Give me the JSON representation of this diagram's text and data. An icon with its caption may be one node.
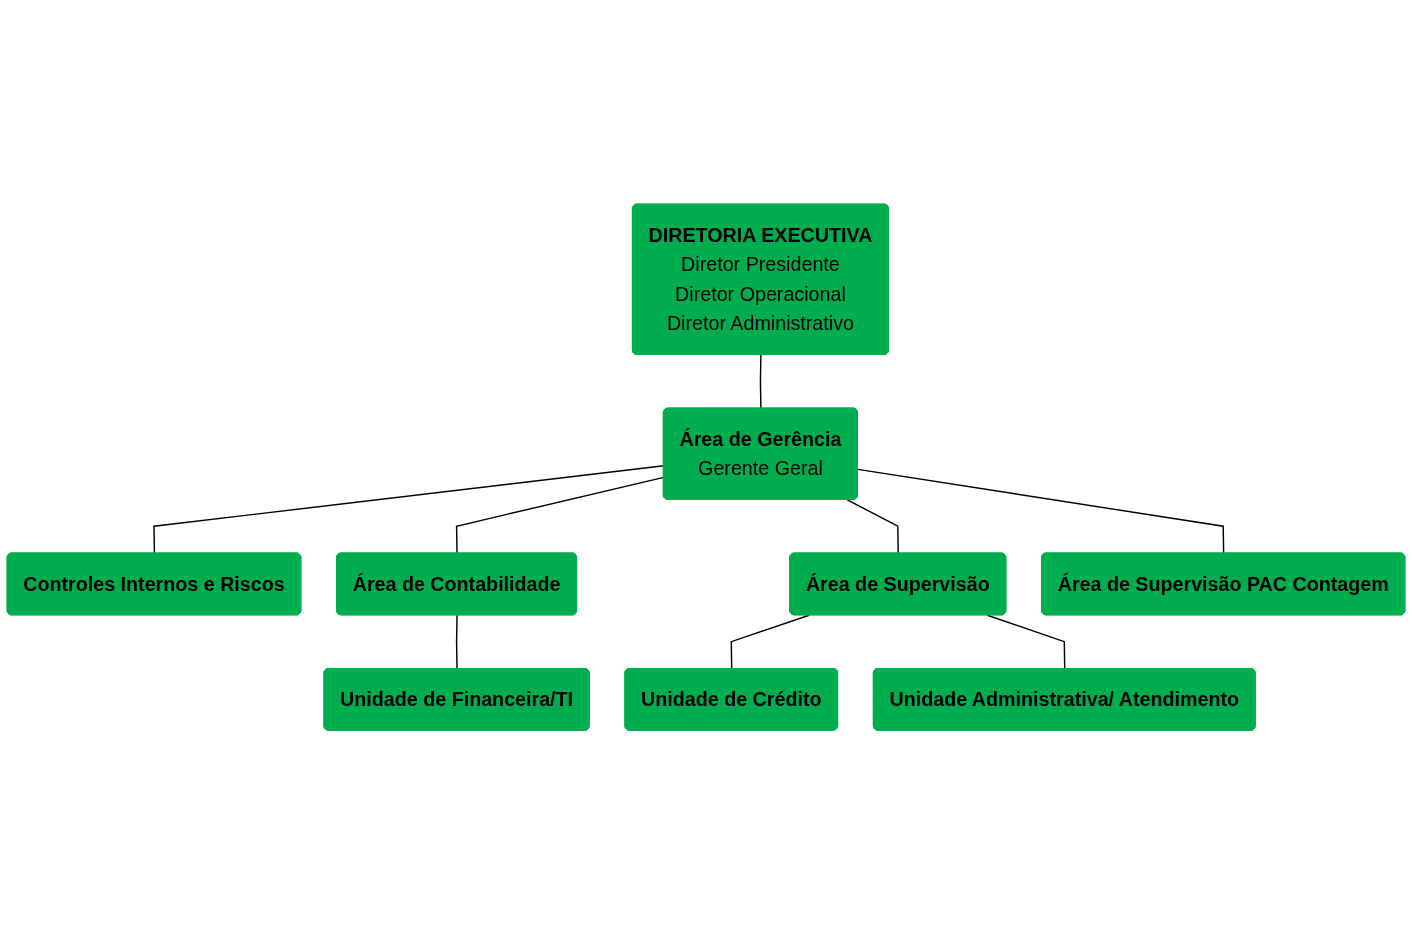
{
  "diagram": {
    "nodes": [
      {
        "text": [
          "DIRETORIA EXECUTIVA",
          "Diretor Presidente",
          "Diretor Operacional",
          "Diretor Administrativo"
        ]
      },
      {
        "text": [
          "Área de Gerência",
          "Gerente Geral"
        ]
      },
      {
        "text": [
          "Controles Internos e Riscos"
        ]
      },
      {
        "text": [
          "Área de Contabilidade"
        ]
      },
      {
        "text": [
          "Área de Supervisão"
        ]
      },
      {
        "text": [
          "Área de Supervisão PAC Contagem"
        ]
      },
      {
        "text": [
          "Unidade de Financeira/TI"
        ]
      },
      {
        "text": [
          "Unidade de Crédito"
        ]
      },
      {
        "text": [
          "Unidade Administrativa/ Atendimento"
        ]
      }
    ],
    "edges": [
      {
        "from": 0,
        "to": 1,
        "arrow": "none"
      },
      {
        "from": 1,
        "to": 2,
        "arrow": "none"
      },
      {
        "from": 1,
        "to": 3,
        "arrow": "none"
      },
      {
        "from": 1,
        "to": 4,
        "arrow": "none"
      },
      {
        "from": 1,
        "to": 5,
        "arrow": "none"
      },
      {
        "from": 3,
        "to": 6,
        "arrow": "none"
      },
      {
        "from": 4,
        "to": 7,
        "arrow": "none"
      },
      {
        "from": 4,
        "to": 8,
        "arrow": "none"
      }
    ]
  }
}
